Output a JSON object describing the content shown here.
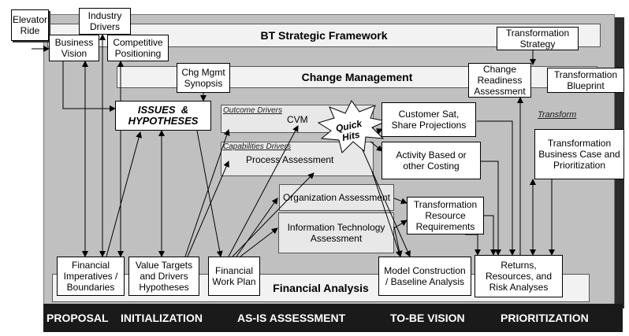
{
  "corner": {
    "elevator_ride": "Elevator Ride",
    "industry_drivers": "Industry Drivers"
  },
  "bars": {
    "strategic_framework": "BT Strategic Framework",
    "change_management": "Change Management",
    "financial_analysis": "Financial Analysis"
  },
  "boxes": {
    "business_vision": "Business Vision",
    "competitive_positioning": "Competitive Positioning",
    "chg_mgmt_synopsis": "Chg Mgmt Synopsis",
    "issues_hypotheses": "ISSUES  &  HYPOTHESES",
    "transformation_strategy": "Transformation Strategy",
    "change_readiness": "Change Readiness Assessment",
    "transformation_blueprint": "Transformation Blueprint",
    "customer_sat": "Customer Sat, Share Projections",
    "activity_costing": "Activity Based or other Costing",
    "transformation_business_case": "Transformation Business Case and Prioritization",
    "organization_assessment": "Organization Assessment",
    "it_assessment": "Information Technology Assessment",
    "transformation_resource": "Transformation Resource Requirements",
    "financial_imperatives": "Financial Imperatives / Boundaries",
    "value_targets": "Value Targets and Drivers Hypotheses",
    "financial_work_plan": "Financial Work Plan",
    "model_construction": "Model Construction / Baseline Analysis",
    "returns_resources": "Returns, Resources, and Risk Analyses"
  },
  "drivers": {
    "outcome_label": "Outcome Drivers",
    "cvm": "CVM",
    "capabilities_label": "Capabilities Drivers",
    "process_assessment": "Process Assessment",
    "quick_hits": "Quick Hits",
    "transform": "Transform"
  },
  "phases": [
    "PROPOSAL",
    "INITIALIZATION",
    "AS-IS ASSESSMENT",
    "TO-BE VISION",
    "PRIORITIZATION"
  ],
  "colors": {
    "panel": "#c0c0c0",
    "phase_bar": "#1a1a1a",
    "shadow": "#2b2b2b"
  }
}
